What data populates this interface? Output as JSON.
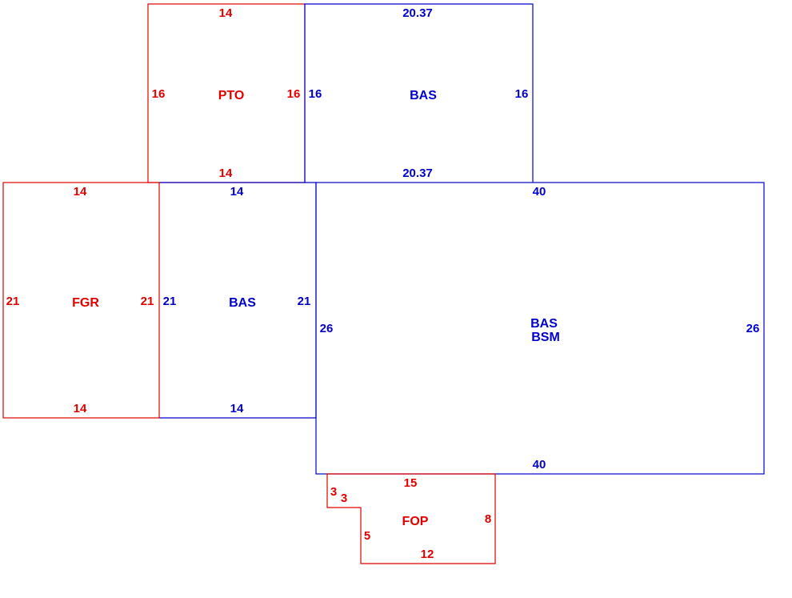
{
  "colors": {
    "living": "#0000cc",
    "other": "#e00000",
    "background": "#ffffff"
  },
  "areas": {
    "pto": {
      "label": "PTO",
      "dims": {
        "top": "14",
        "bottom": "14",
        "left": "16",
        "right": "16"
      }
    },
    "bas_upper": {
      "label": "BAS",
      "dims": {
        "top": "20.37",
        "bottom": "20.37",
        "left": "16",
        "right": "16"
      }
    },
    "fgr": {
      "label": "FGR",
      "dims": {
        "top": "14",
        "bottom": "14",
        "left": "21",
        "right": "21"
      }
    },
    "bas_middle": {
      "label": "BAS",
      "dims": {
        "top": "14",
        "bottom": "14",
        "left": "21",
        "right": "21"
      }
    },
    "bas_bsm": {
      "label_1": "BAS",
      "label_2": "BSM",
      "dims": {
        "top": "40",
        "bottom": "40",
        "left": "26",
        "right": "26"
      }
    },
    "fop": {
      "label": "FOP",
      "dims": {
        "top": "15",
        "right": "8",
        "bottom": "12",
        "left_lower": "5",
        "step_horizontal": "3",
        "step_vertical": "3"
      }
    }
  }
}
